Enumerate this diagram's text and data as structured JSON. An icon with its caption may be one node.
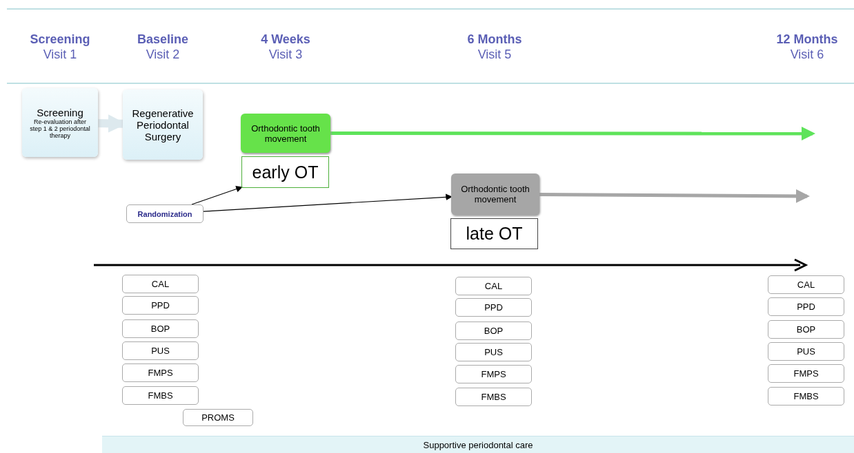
{
  "diagram": {
    "nodes": [
      {
        "text": [
          "Screening",
          "Re-evaluation after step 1 & 2 periodontal therapy"
        ]
      },
      {
        "text": [
          "Regenerative Periodontal Surgery"
        ]
      },
      {
        "text": [
          "Orthodontic tooth movement"
        ]
      },
      {
        "text": [
          "early OT"
        ]
      },
      {
        "text": [
          "Randomization"
        ]
      },
      {
        "text": [
          "Orthodontic tooth movement"
        ]
      },
      {
        "text": [
          "late OT"
        ]
      },
      {
        "text": [
          "CAL"
        ]
      },
      {
        "text": [
          "PPD"
        ]
      },
      {
        "text": [
          "BOP"
        ]
      },
      {
        "text": [
          "PUS"
        ]
      },
      {
        "text": [
          "FMPS"
        ]
      },
      {
        "text": [
          "FMBS"
        ]
      },
      {
        "text": [
          "PROMS"
        ]
      },
      {
        "text": [
          "CAL"
        ]
      },
      {
        "text": [
          "PPD"
        ]
      },
      {
        "text": [
          "BOP"
        ]
      },
      {
        "text": [
          "PUS"
        ]
      },
      {
        "text": [
          "FMPS"
        ]
      },
      {
        "text": [
          "FMBS"
        ]
      },
      {
        "text": [
          "CAL"
        ]
      },
      {
        "text": [
          "PPD"
        ]
      },
      {
        "text": [
          "BOP"
        ]
      },
      {
        "text": [
          "PUS"
        ]
      },
      {
        "text": [
          "FMPS"
        ]
      },
      {
        "text": [
          "FMBS"
        ]
      },
      {
        "text": [
          "Supportive periodontal care"
        ]
      }
    ],
    "edges": [
      {
        "from": 0,
        "to": 1,
        "arrow": "to",
        "style": "thick",
        "color": "#dde9ee"
      },
      {
        "from": 4,
        "to": 3,
        "arrow": "to"
      },
      {
        "from": 4,
        "to": 5,
        "arrow": "to"
      },
      {
        "from": 2,
        "to": null,
        "arrow": "to",
        "color": "#5ee35a"
      },
      {
        "from": 5,
        "to": null,
        "arrow": "to",
        "color": "#a6a6a6"
      }
    ],
    "labels": [
      "Screening",
      "Visit 1",
      "Baseline",
      "Visit 2",
      "4 Weeks",
      "Visit 3",
      "6 Months",
      "Visit 5",
      "12 Months",
      "Visit 6"
    ]
  }
}
